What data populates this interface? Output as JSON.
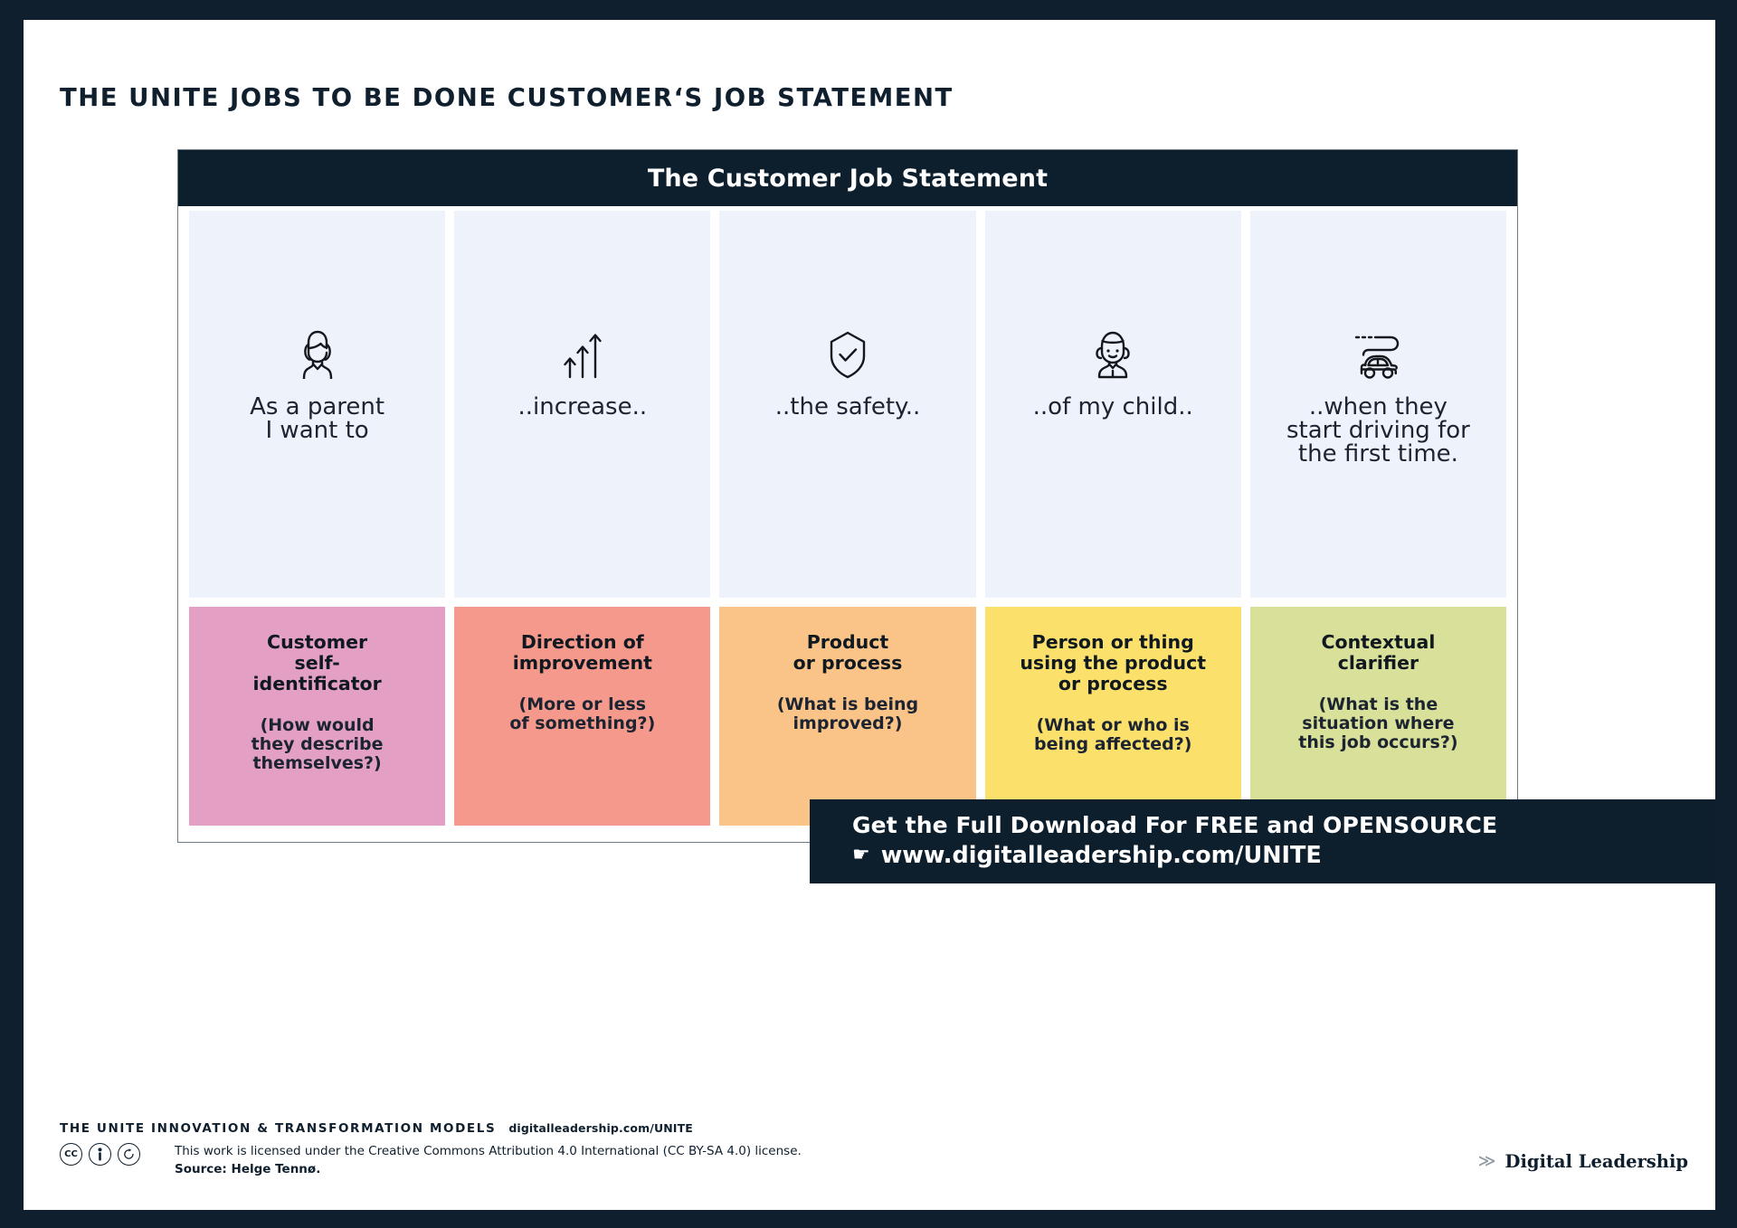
{
  "page": {
    "title": "THE UNITE JOBS TO BE DONE CUSTOMER‘S JOB STATEMENT",
    "frame_color": "#0f1f2e",
    "background": "#ffffff"
  },
  "card": {
    "header_title": "The Customer Job Statement",
    "header_bg": "#0d1e2d",
    "top_cell_bg": "#eef2fb",
    "columns": [
      {
        "icon": "woman-parent-icon",
        "phrase": "As a parent\nI want to",
        "role": "Customer\nself-\nidentificator",
        "question": "(How would\nthey describe\nthemselves?)",
        "color": "#e3a0c4"
      },
      {
        "icon": "growth-arrows-icon",
        "phrase": "..increase..",
        "role": "Direction of\nimprovement",
        "question": "(More or less\nof something?)",
        "color": "#f5998c"
      },
      {
        "icon": "shield-check-icon",
        "phrase": "..the safety..",
        "role": "Product\nor process",
        "question": "(What is being\nimproved?)",
        "color": "#fac489"
      },
      {
        "icon": "girl-child-icon",
        "phrase": "..of my child..",
        "role": "Person or thing\nusing the product\nor process",
        "question": "(What or who is\nbeing affected?)",
        "color": "#fbe06b"
      },
      {
        "icon": "car-road-icon",
        "phrase": "..when they\nstart driving for\nthe first time.",
        "role": "Contextual\nclarifier",
        "question": "(What is the\nsituation where\nthis job occurs?)",
        "color": "#d9e09a"
      }
    ]
  },
  "promo": {
    "line1": "Get the Full Download For FREE and OPENSOURCE",
    "hand_icon": "☛",
    "url": "www.digitalleadership.com/UNITE",
    "bg": "#0d1e2d"
  },
  "footer": {
    "heading": "THE UNITE INNOVATION & TRANSFORMATION MODELS",
    "url": "digitalleadership.com/UNITE",
    "cc_badges": [
      "CC",
      "BY",
      "SA"
    ],
    "license": "This work is licensed under the Creative Commons Attribution 4.0 International (CC BY-SA 4.0) license.",
    "source": "Source: Helge Tennø.",
    "brand_chevron": "≫",
    "brand_name": "Digital Leadership"
  }
}
